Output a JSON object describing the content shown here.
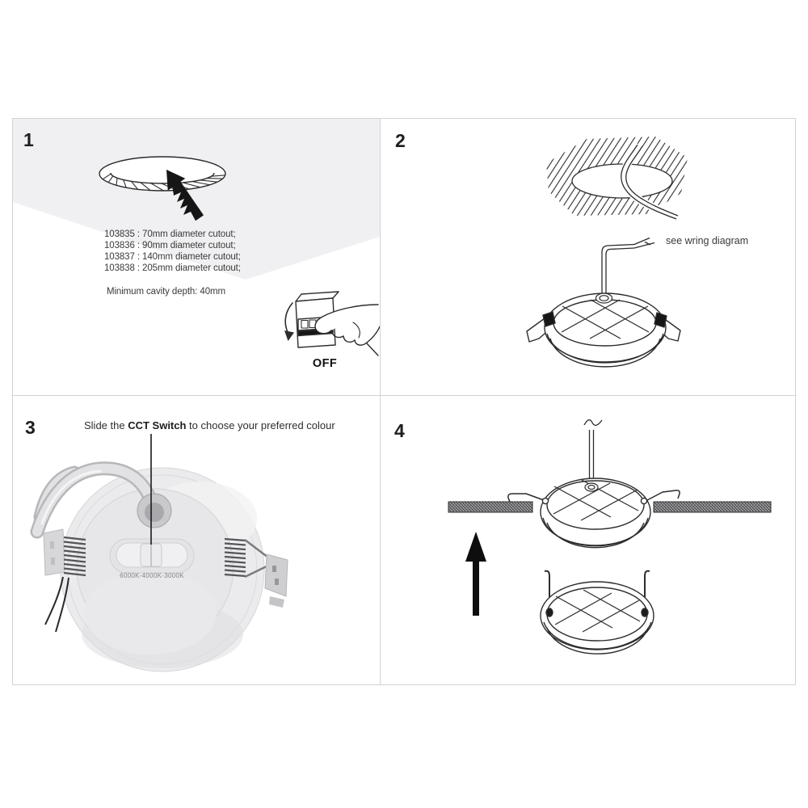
{
  "colors": {
    "ink": "#2c2c2f",
    "panel_border": "#d2d2d4",
    "ceiling_shade": "#f0f0f2",
    "photo_gray": "#ebebed"
  },
  "step1": {
    "number": "1",
    "cutouts": [
      "103835 : 70mm diameter cutout;",
      "103836 : 90mm diameter cutout;",
      "103837 : 140mm diameter cutout;",
      "103838 : 205mm diameter cutout;"
    ],
    "cavity_note": "Minimum cavity depth: 40mm",
    "switch_state": "OFF"
  },
  "step2": {
    "number": "2",
    "wiring_note": "see wring diagram"
  },
  "step3": {
    "number": "3",
    "instruction_pre": "Slide the ",
    "instruction_bold": "CCT Switch",
    "instruction_post": " to choose your preferred colour",
    "cct_switch_label": "6000K-4000K-3000K"
  },
  "step4": {
    "number": "4"
  }
}
